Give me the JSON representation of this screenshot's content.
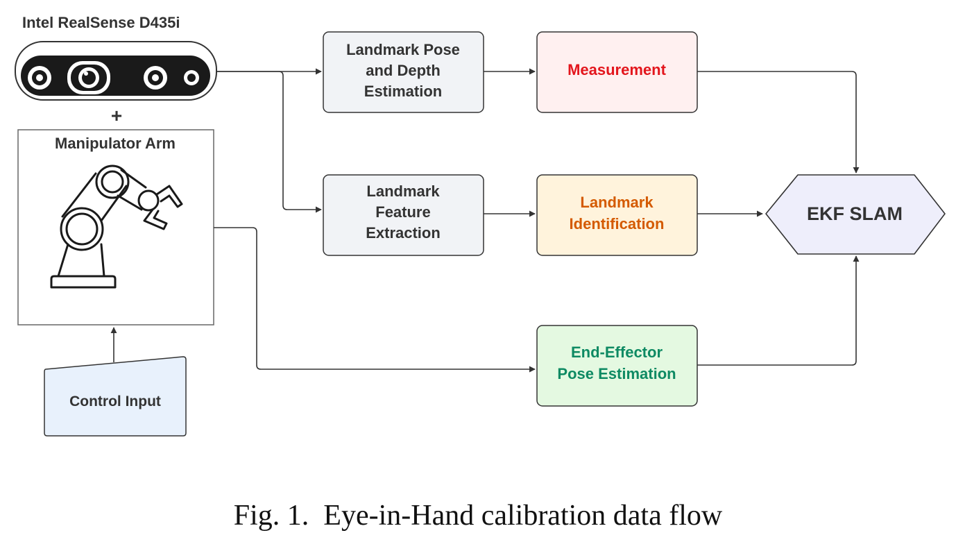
{
  "camera": {
    "label": "Intel RealSense D435i"
  },
  "plus": "+",
  "arm": {
    "label": "Manipulator Arm"
  },
  "control": {
    "label": "Control Input"
  },
  "nodes": {
    "pose_depth": {
      "lines": [
        "Landmark Pose",
        "and Depth",
        "Estimation"
      ]
    },
    "feature": {
      "lines": [
        "Landmark",
        "Feature",
        "Extraction"
      ]
    },
    "measurement": {
      "lines": [
        "Measurement"
      ],
      "color": "#e3161d"
    },
    "identification": {
      "lines": [
        "Landmark",
        "Identification"
      ],
      "color": "#d45a00"
    },
    "end_effector": {
      "lines": [
        "End-Effector",
        "Pose Estimation"
      ],
      "color": "#0e8a63"
    },
    "ekf": {
      "lines": [
        "EKF SLAM"
      ]
    }
  },
  "caption": "Fig. 1.  Eye-in-Hand calibration data flow"
}
